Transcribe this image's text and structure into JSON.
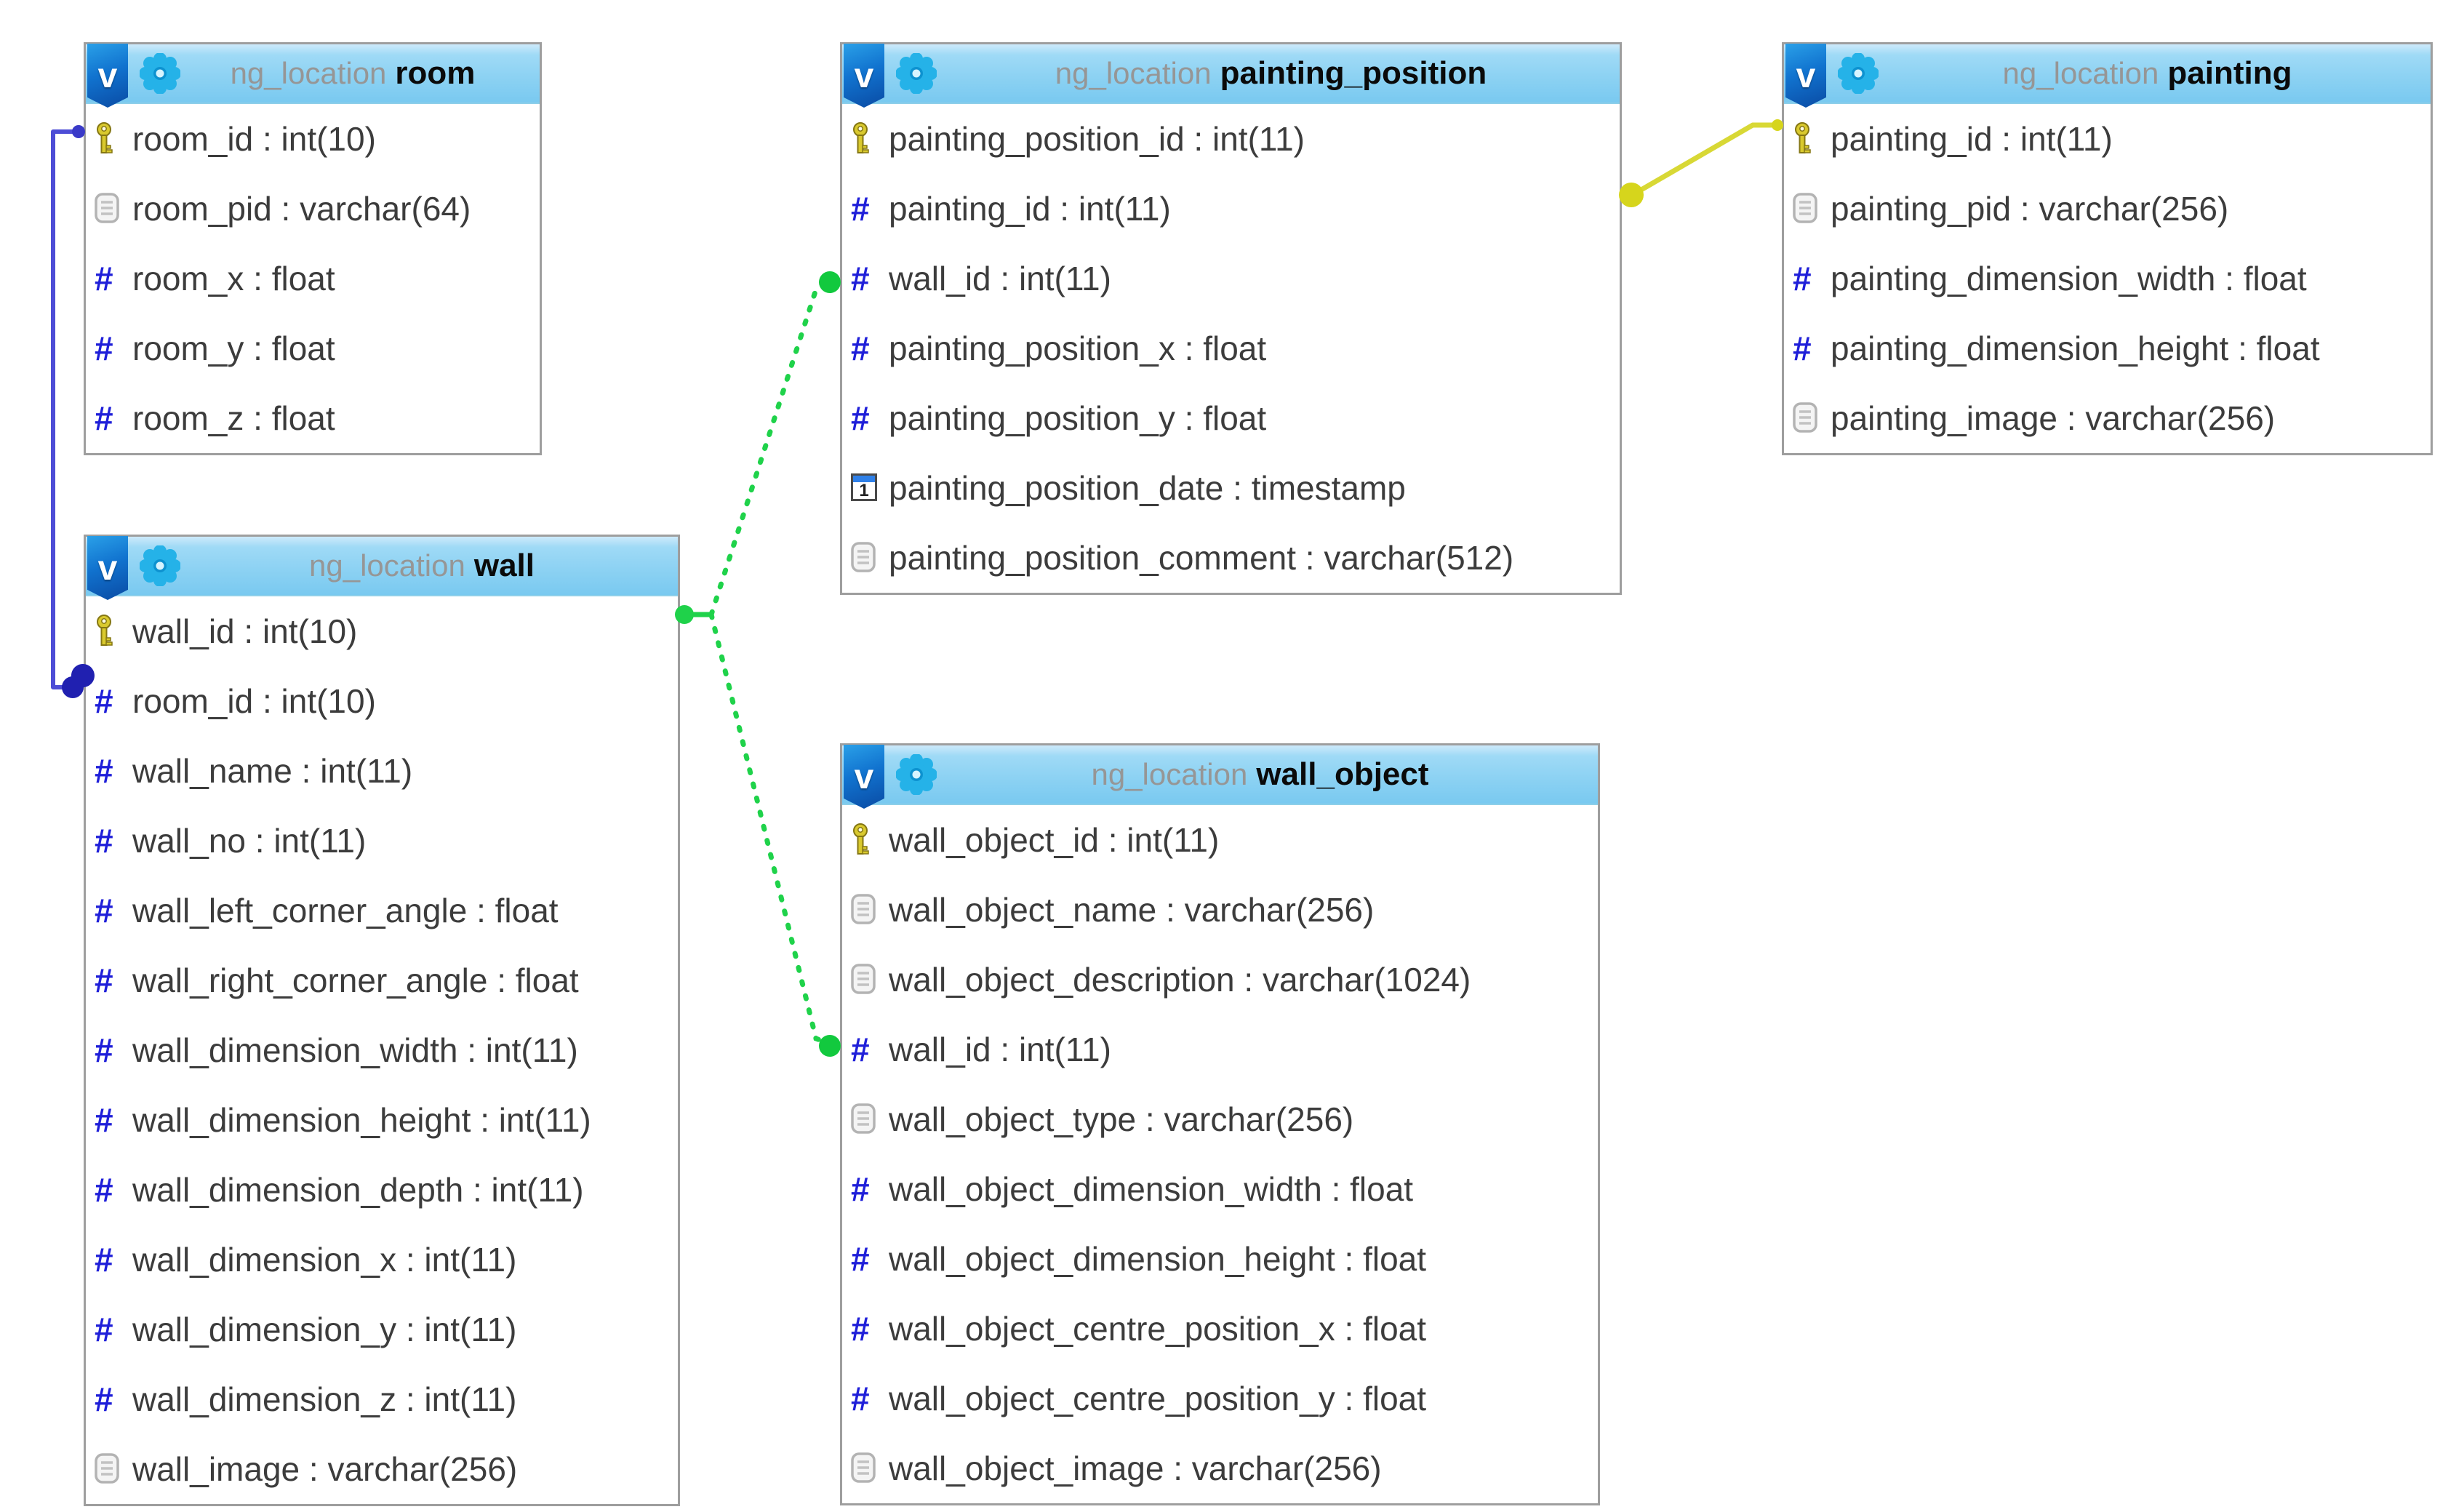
{
  "badge_label": "v",
  "icons": {
    "numeric_glyph": "#",
    "timestamp_day": "1"
  },
  "colors": {
    "header_blue": "#8dd2f3",
    "badge_blue": "#0f5cb5",
    "gear_cyan": "#25b2e8",
    "relation_room_wall": "#4d4dd6",
    "relation_wall_children": "#1fd24a",
    "relation_painting": "#d8d835",
    "primary_key_gold": "#d9c92e",
    "numeric_blue": "#1f1fd9"
  },
  "tables": [
    {
      "schema": "ng_location",
      "name": "room",
      "columns": [
        {
          "icon": "primary-key",
          "text": "room_id : int(10)"
        },
        {
          "icon": "varchar",
          "text": "room_pid : varchar(64)"
        },
        {
          "icon": "numeric",
          "text": "room_x : float"
        },
        {
          "icon": "numeric",
          "text": "room_y : float"
        },
        {
          "icon": "numeric",
          "text": "room_z : float"
        }
      ]
    },
    {
      "schema": "ng_location",
      "name": "wall",
      "columns": [
        {
          "icon": "primary-key",
          "text": "wall_id : int(10)"
        },
        {
          "icon": "numeric",
          "text": "room_id : int(10)"
        },
        {
          "icon": "numeric",
          "text": "wall_name : int(11)"
        },
        {
          "icon": "numeric",
          "text": "wall_no : int(11)"
        },
        {
          "icon": "numeric",
          "text": "wall_left_corner_angle : float"
        },
        {
          "icon": "numeric",
          "text": "wall_right_corner_angle : float"
        },
        {
          "icon": "numeric",
          "text": "wall_dimension_width : int(11)"
        },
        {
          "icon": "numeric",
          "text": "wall_dimension_height : int(11)"
        },
        {
          "icon": "numeric",
          "text": "wall_dimension_depth : int(11)"
        },
        {
          "icon": "numeric",
          "text": "wall_dimension_x : int(11)"
        },
        {
          "icon": "numeric",
          "text": "wall_dimension_y : int(11)"
        },
        {
          "icon": "numeric",
          "text": "wall_dimension_z : int(11)"
        },
        {
          "icon": "varchar",
          "text": "wall_image : varchar(256)"
        }
      ]
    },
    {
      "schema": "ng_location",
      "name": "painting_position",
      "columns": [
        {
          "icon": "primary-key",
          "text": "painting_position_id : int(11)"
        },
        {
          "icon": "numeric",
          "text": "painting_id : int(11)"
        },
        {
          "icon": "numeric",
          "text": "wall_id : int(11)"
        },
        {
          "icon": "numeric",
          "text": "painting_position_x : float"
        },
        {
          "icon": "numeric",
          "text": "painting_position_y : float"
        },
        {
          "icon": "timestamp",
          "text": "painting_position_date : timestamp"
        },
        {
          "icon": "varchar",
          "text": "painting_position_comment : varchar(512)"
        }
      ]
    },
    {
      "schema": "ng_location",
      "name": "painting",
      "columns": [
        {
          "icon": "primary-key",
          "text": "painting_id : int(11)"
        },
        {
          "icon": "varchar",
          "text": "painting_pid : varchar(256)"
        },
        {
          "icon": "numeric",
          "text": "painting_dimension_width : float"
        },
        {
          "icon": "numeric",
          "text": "painting_dimension_height : float"
        },
        {
          "icon": "varchar",
          "text": "painting_image : varchar(256)"
        }
      ]
    },
    {
      "schema": "ng_location",
      "name": "wall_object",
      "columns": [
        {
          "icon": "primary-key",
          "text": "wall_object_id : int(11)"
        },
        {
          "icon": "varchar",
          "text": "wall_object_name : varchar(256)"
        },
        {
          "icon": "varchar",
          "text": "wall_object_description : varchar(1024)"
        },
        {
          "icon": "numeric",
          "text": "wall_id : int(11)"
        },
        {
          "icon": "varchar",
          "text": "wall_object_type : varchar(256)"
        },
        {
          "icon": "numeric",
          "text": "wall_object_dimension_width : float"
        },
        {
          "icon": "numeric",
          "text": "wall_object_dimension_height : float"
        },
        {
          "icon": "numeric",
          "text": "wall_object_centre_position_x : float"
        },
        {
          "icon": "numeric",
          "text": "wall_object_centre_position_y : float"
        },
        {
          "icon": "varchar",
          "text": "wall_object_image : varchar(256)"
        }
      ]
    }
  ],
  "relations": [
    {
      "from": "room.room_id",
      "to": "wall.room_id",
      "color": "#4d4dd6"
    },
    {
      "from": "wall.wall_id",
      "to": "painting_position.wall_id",
      "color": "#1fd24a"
    },
    {
      "from": "wall.wall_id",
      "to": "wall_object.wall_id",
      "color": "#1fd24a"
    },
    {
      "from": "painting_position.painting_id",
      "to": "painting.painting_id",
      "color": "#d8d835"
    }
  ]
}
